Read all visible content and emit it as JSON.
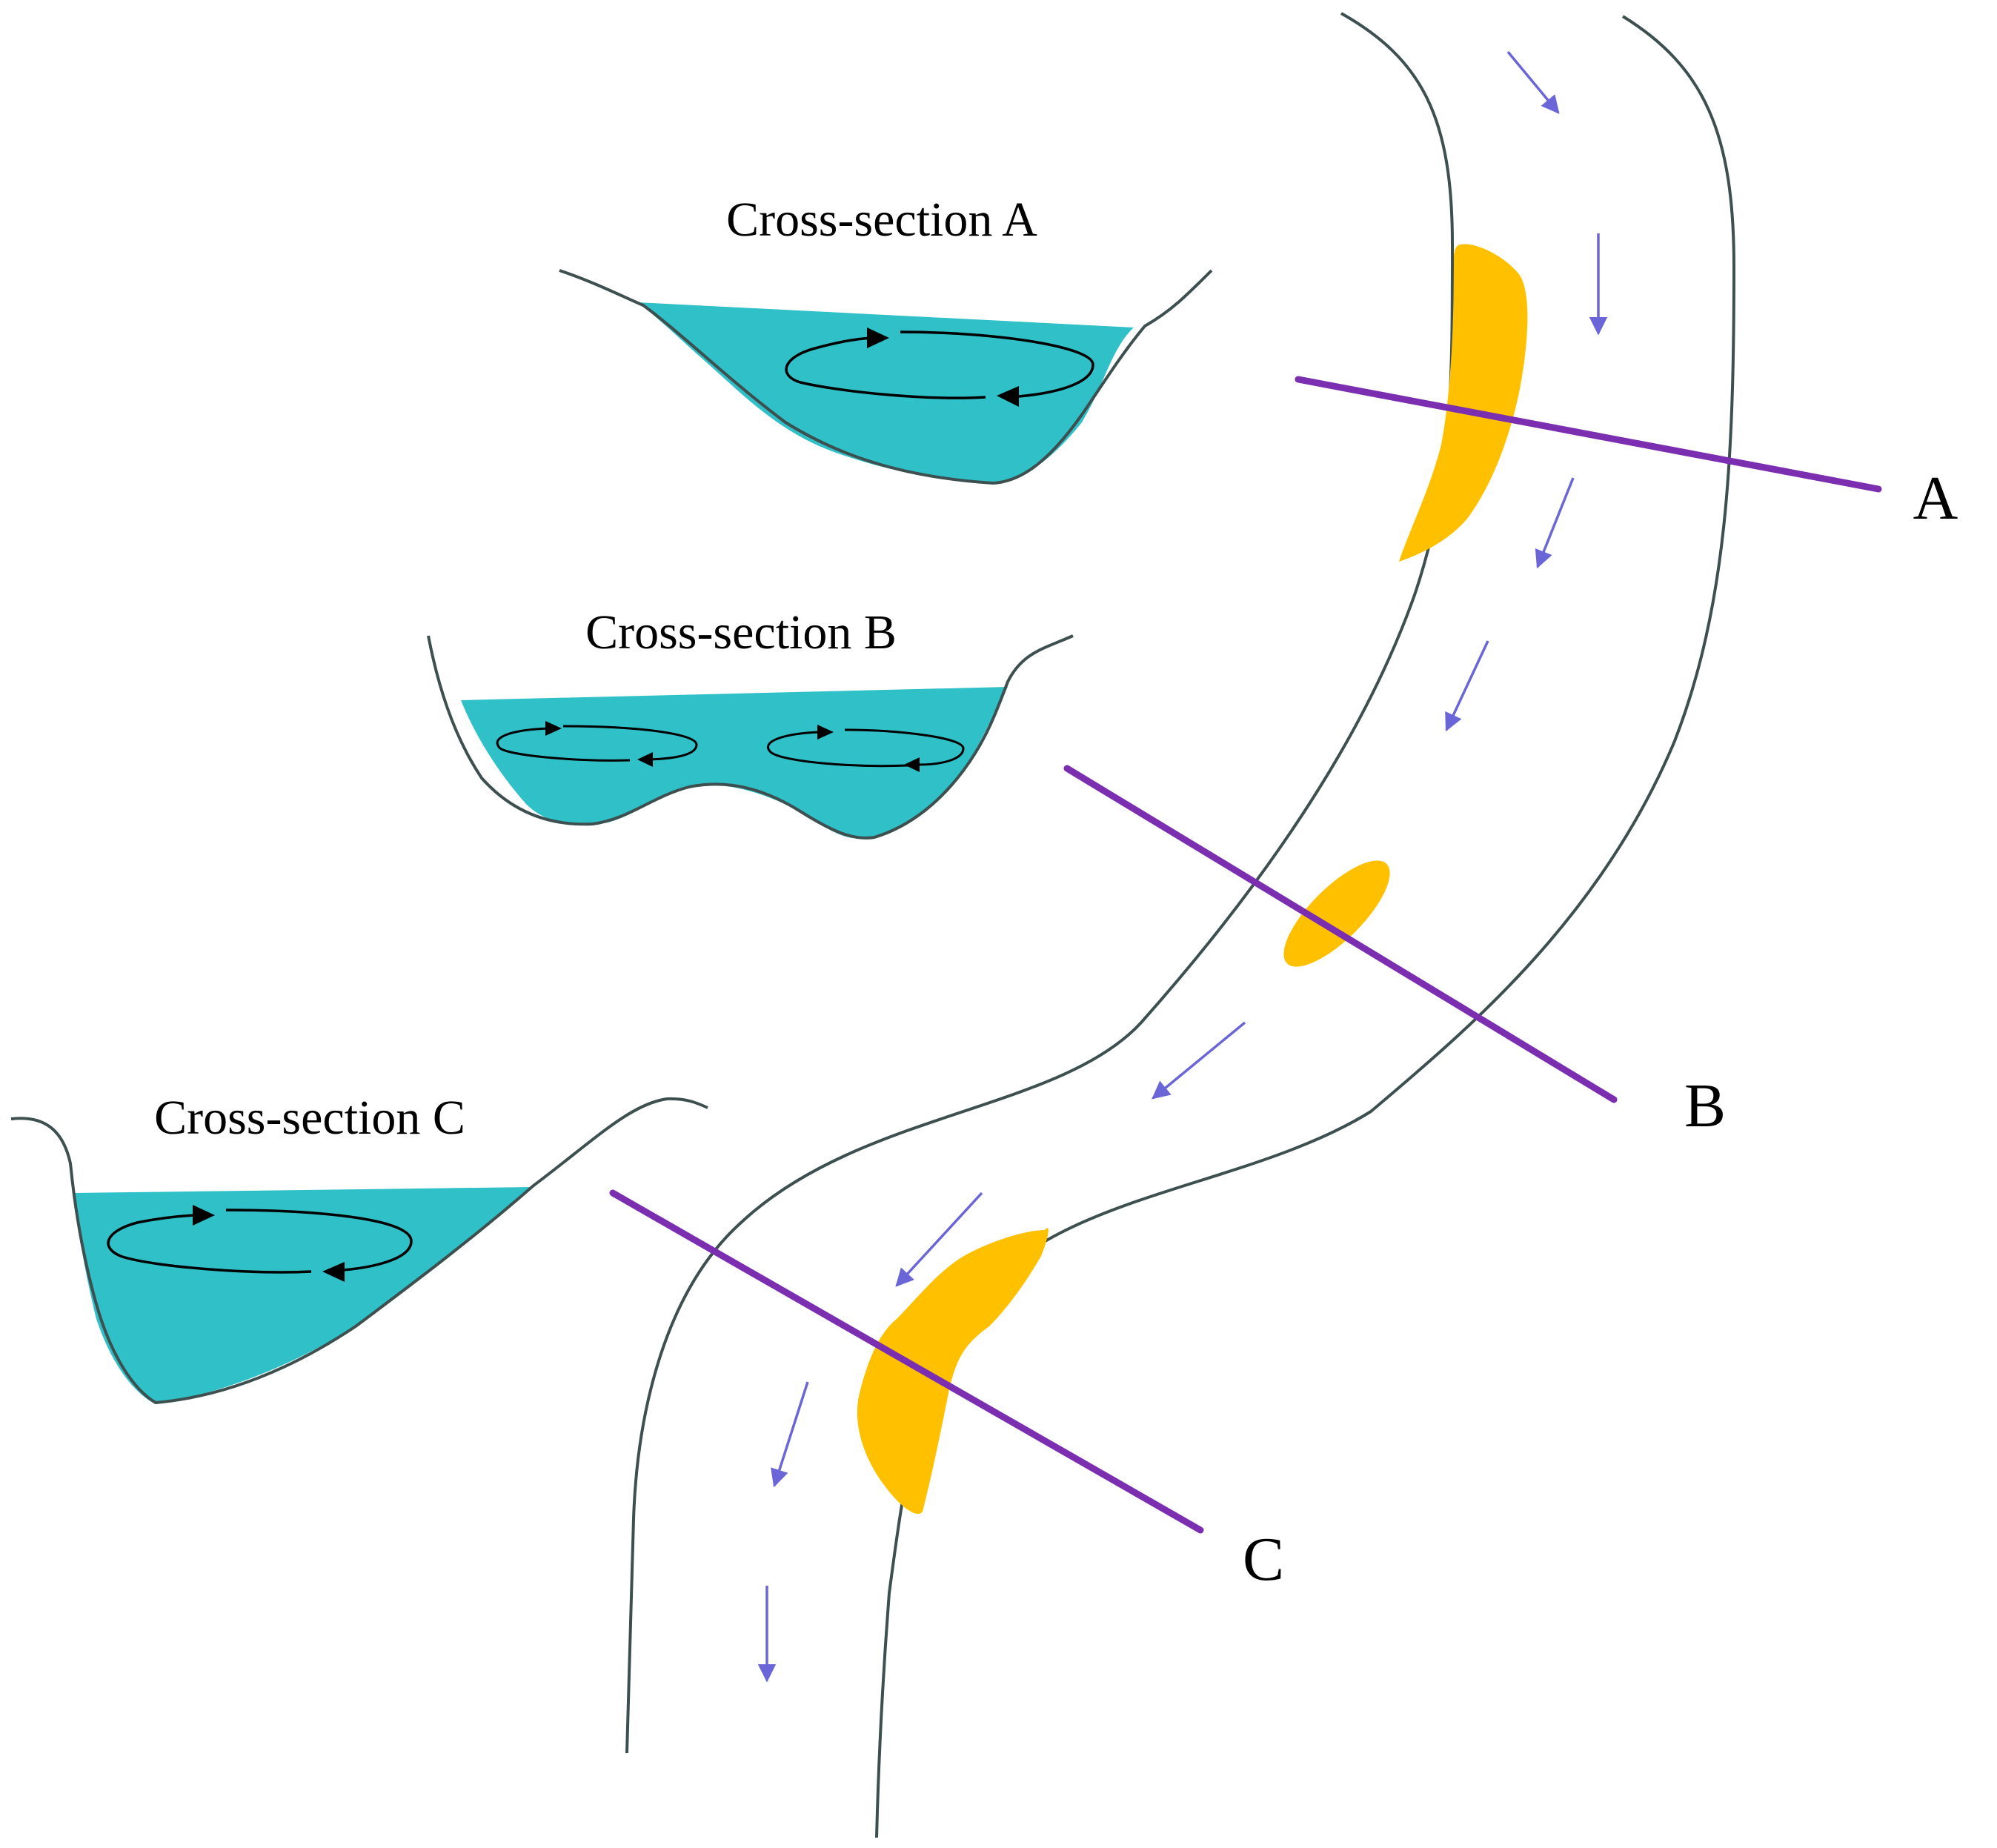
{
  "diagram": {
    "colors": {
      "background": "#ffffff",
      "bank_line": "#3d4f4f",
      "water": "#2fc0c8",
      "bar": "#ffc000",
      "section_line": "#7b2fb0",
      "flow_arrow": "#6b66d8",
      "circulation": "#000000"
    },
    "cross_sections": [
      {
        "id": "A",
        "title": "Cross-section A",
        "circulation_cells": 1
      },
      {
        "id": "B",
        "title": "Cross-section B",
        "circulation_cells": 2
      },
      {
        "id": "C",
        "title": "Cross-section C",
        "circulation_cells": 1
      }
    ],
    "section_lines": [
      {
        "id": "A",
        "label": "A"
      },
      {
        "id": "B",
        "label": "B"
      },
      {
        "id": "C",
        "label": "C"
      }
    ],
    "icons": [
      "flow-arrow-icon",
      "circulation-arrow-icon"
    ]
  }
}
